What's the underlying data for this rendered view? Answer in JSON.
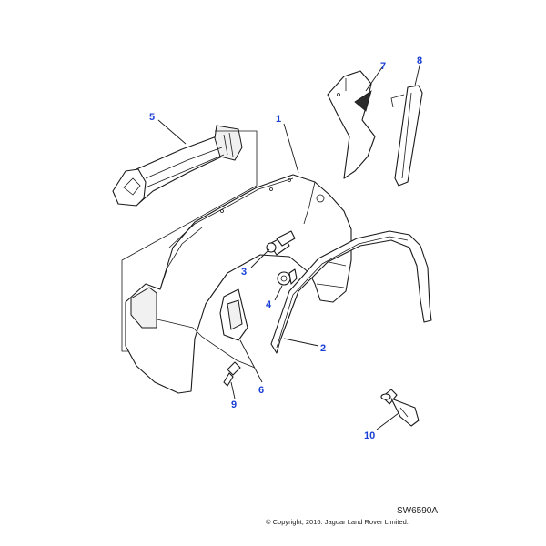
{
  "callouts": [
    {
      "id": "1",
      "label": "1"
    },
    {
      "id": "2",
      "label": "2"
    },
    {
      "id": "3",
      "label": "3"
    },
    {
      "id": "4",
      "label": "4"
    },
    {
      "id": "5",
      "label": "5"
    },
    {
      "id": "6",
      "label": "6"
    },
    {
      "id": "7",
      "label": "7"
    },
    {
      "id": "8",
      "label": "8"
    },
    {
      "id": "9",
      "label": "9"
    },
    {
      "id": "10",
      "label": "10"
    }
  ],
  "diagram_ref": "SW6590A",
  "copyright": "© Copyright, 2016. Jaguar Land Rover Limited.",
  "colors": {
    "callout": "#1a3fd6",
    "line": "#1a1a1a"
  }
}
